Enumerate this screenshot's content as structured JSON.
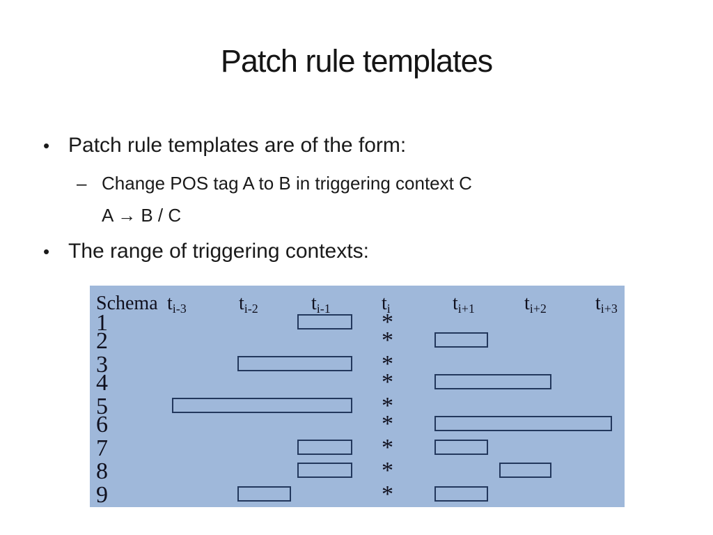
{
  "title": "Patch rule templates",
  "bullets": [
    {
      "level": 1,
      "marker": "•",
      "text": "Patch rule templates are of the form:"
    },
    {
      "level": 2,
      "marker": "–",
      "text": "Change POS tag A to B in triggering context C"
    },
    {
      "level": 2,
      "marker": "",
      "text": "A → B / C"
    },
    {
      "level": 1,
      "marker": "•",
      "text": "The range of triggering contexts:"
    }
  ],
  "schema_table": {
    "bg_color": "#9fb8da",
    "box_border_color": "#22375c",
    "header": [
      {
        "base": "Schema",
        "sub": ""
      },
      {
        "base": "t",
        "sub": "i-3"
      },
      {
        "base": "t",
        "sub": "i-2"
      },
      {
        "base": "t",
        "sub": "i-1"
      },
      {
        "base": "t",
        "sub": "i"
      },
      {
        "base": "t",
        "sub": "i+1"
      },
      {
        "base": "t",
        "sub": "i+2"
      },
      {
        "base": "t",
        "sub": "i+3"
      }
    ],
    "star": "*",
    "rows": [
      {
        "label": "1",
        "context_boxes": [
          {
            "from": "i-1",
            "to": "i-1"
          }
        ]
      },
      {
        "label": "2",
        "context_boxes": [
          {
            "from": "i+1",
            "to": "i+1"
          }
        ]
      },
      {
        "label": "3",
        "context_boxes": [
          {
            "from": "i-2",
            "to": "i-1"
          }
        ]
      },
      {
        "label": "4",
        "context_boxes": [
          {
            "from": "i+1",
            "to": "i+2"
          }
        ]
      },
      {
        "label": "5",
        "context_boxes": [
          {
            "from": "i-3",
            "to": "i-1"
          }
        ]
      },
      {
        "label": "6",
        "context_boxes": [
          {
            "from": "i+1",
            "to": "i+3"
          }
        ]
      },
      {
        "label": "7",
        "context_boxes": [
          {
            "from": "i-1",
            "to": "i-1"
          },
          {
            "from": "i+1",
            "to": "i+1"
          }
        ]
      },
      {
        "label": "8",
        "context_boxes": [
          {
            "from": "i-1",
            "to": "i-1"
          },
          {
            "from": "i+2",
            "to": "i+2"
          }
        ]
      },
      {
        "label": "9",
        "context_boxes": [
          {
            "from": "i-2",
            "to": "i-2"
          },
          {
            "from": "i+1",
            "to": "i+1"
          }
        ]
      }
    ]
  }
}
